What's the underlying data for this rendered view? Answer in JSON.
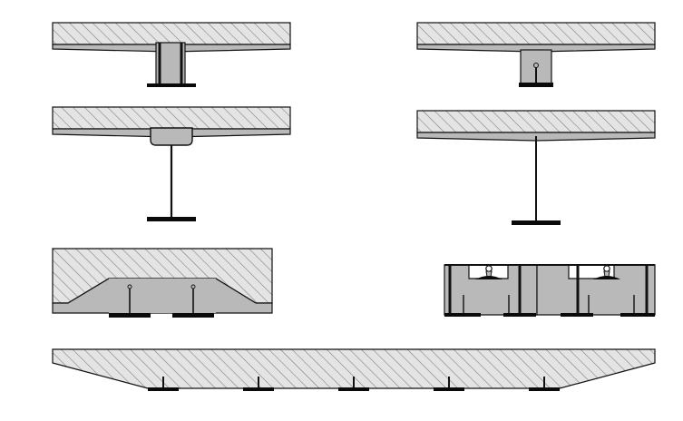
{
  "figure": {
    "palette": {
      "background": "#ffffff",
      "concrete_fill": "#e4e4e4",
      "hatch_line": "#7a7a7a",
      "steel_fill": "#b9b9b9",
      "outline": "#111111",
      "flange": "#0a0a0a"
    },
    "sections": [
      {
        "id": "section-1"
      },
      {
        "id": "section-2"
      },
      {
        "id": "section-3"
      },
      {
        "id": "section-4"
      },
      {
        "id": "section-5"
      },
      {
        "id": "section-6"
      },
      {
        "id": "section-7"
      }
    ]
  }
}
